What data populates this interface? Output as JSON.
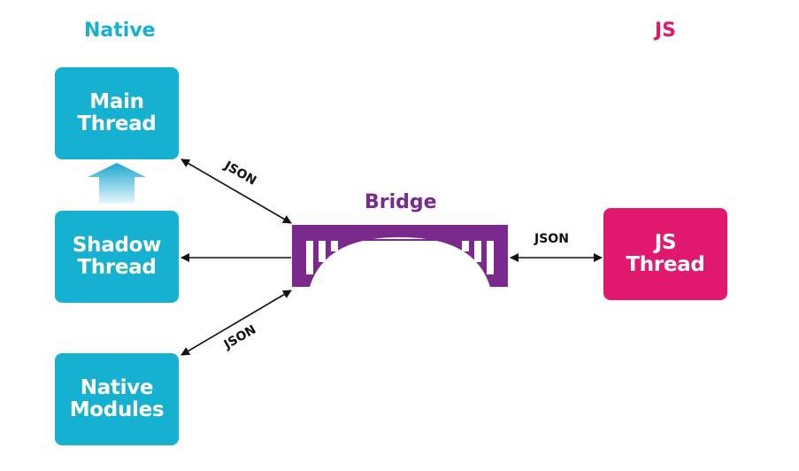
{
  "headings": {
    "native": "Native",
    "js": "JS",
    "bridge": "Bridge"
  },
  "nodes": {
    "main_thread": {
      "line1": "Main",
      "line2": "Thread"
    },
    "shadow_thread": {
      "line1": "Shadow",
      "line2": "Thread"
    },
    "native_modules": {
      "line1": "Native",
      "line2": "Modules"
    },
    "js_thread": {
      "line1": "JS",
      "line2": "Thread"
    }
  },
  "edges": {
    "main_bridge": "JSON",
    "modules_bridge": "JSON",
    "bridge_js": "JSON"
  },
  "colors": {
    "native": "#16b0d1",
    "js": "#e0196e",
    "bridge": "#7a2a8c",
    "arrow": "#111111"
  }
}
